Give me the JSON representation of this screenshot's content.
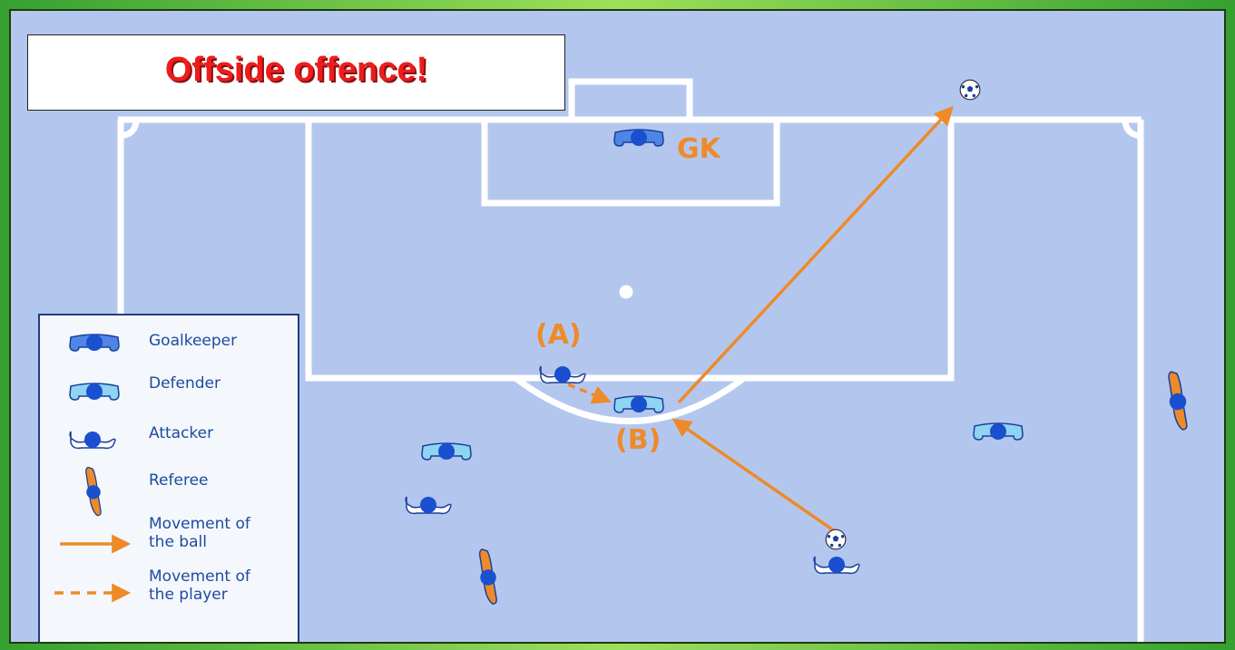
{
  "title": "Offside offence!",
  "labels": {
    "gk": "GK",
    "a": "(A)",
    "b": "(B)"
  },
  "legend": {
    "goalkeeper": "Goalkeeper",
    "defender": "Defender",
    "attacker": "Attacker",
    "referee": "Referee",
    "movement_ball_line1": "Movement of",
    "movement_ball_line2": "the ball",
    "movement_player_line1": "Movement of",
    "movement_player_line2": "the player"
  },
  "colors": {
    "pitch": "#b3c7ee",
    "lines": "#ffffff",
    "title_text": "#ee1c1c",
    "arrow": "#ee8a2a",
    "player_body": "#1a4fd0",
    "goalkeeper_shirt": "#4f86e6",
    "defender_shirt": "#8fd4f2",
    "attacker_shirt": "#ffffff",
    "referee_shirt": "#ee8a2a",
    "legend_text": "#1f4aa0",
    "legend_border": "#1e3d80"
  },
  "icons": [
    "goalkeeper-icon",
    "defender-icon",
    "attacker-icon",
    "referee-icon",
    "ball-icon",
    "arrow-icon"
  ]
}
